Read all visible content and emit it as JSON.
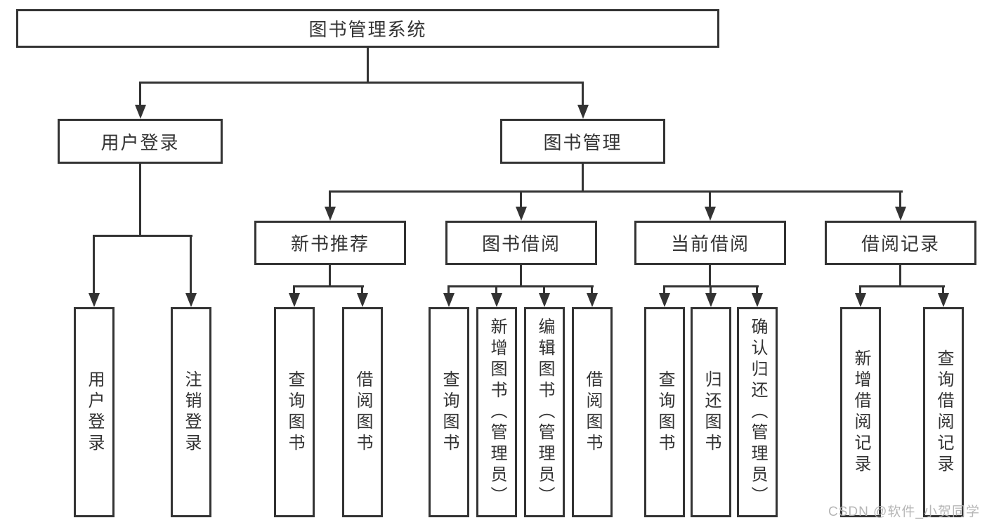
{
  "diagram": {
    "root": "图书管理系统",
    "branches": [
      {
        "label": "用户登录",
        "leaves": [
          "用户登录",
          "注销登录"
        ]
      },
      {
        "label": "图书管理",
        "groups": [
          {
            "label": "新书推荐",
            "leaves": [
              "查询图书",
              "借阅图书"
            ]
          },
          {
            "label": "图书借阅",
            "leaves": [
              "查询图书",
              "新增图书（管理员）",
              "编辑图书（管理员）",
              "借阅图书"
            ]
          },
          {
            "label": "当前借阅",
            "leaves": [
              "查询图书",
              "归还图书",
              "确认归还（管理员）"
            ]
          },
          {
            "label": "借阅记录",
            "leaves": [
              "新增借阅记录",
              "查询借阅记录"
            ]
          }
        ]
      }
    ]
  },
  "watermark": {
    "text": "CSDN @软件_小贺同学"
  },
  "colors": {
    "line": "#333333",
    "text": "#333333",
    "watermark": "#b0b0b0",
    "bg": "#ffffff"
  }
}
